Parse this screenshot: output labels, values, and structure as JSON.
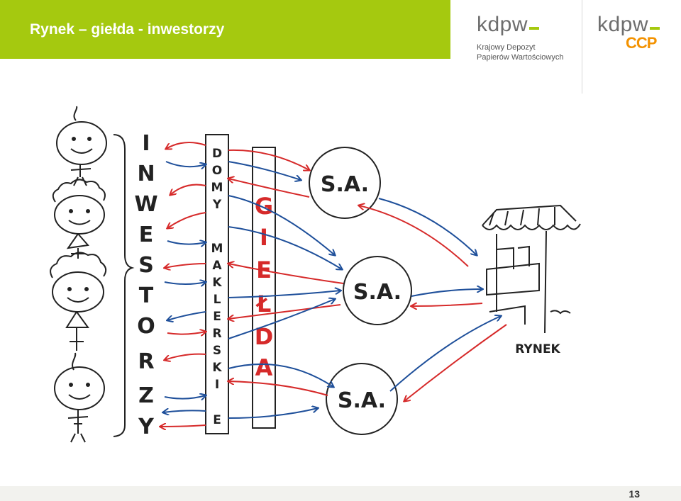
{
  "header": {
    "title": "Rynek – giełda - inwestorzy"
  },
  "logos": {
    "kdpw": {
      "word": "kdpw",
      "sub1": "Krajowy Depozyt",
      "sub2": "Papierów Wartościowych"
    },
    "kdpw_ccp": {
      "word": "kdpw",
      "suffix": "CCP"
    }
  },
  "diagram": {
    "investors_label": [
      "I",
      "N",
      "W",
      "E",
      "S",
      "T",
      "O",
      "R",
      "Z",
      "Y"
    ],
    "brokers_label": [
      "D",
      "O",
      "M",
      "Y",
      "M",
      "A",
      "K",
      "L",
      "E",
      "R",
      "S",
      "K",
      "I",
      "E"
    ],
    "exchange_label": [
      "G",
      "I",
      "E",
      "Ł",
      "D",
      "A"
    ],
    "companies": [
      "S.A.",
      "S.A.",
      "S.A."
    ],
    "market_label": "RYNEK"
  },
  "footer": {
    "page_number": "13"
  },
  "colors": {
    "accent": "#a5c90f",
    "arrow_red": "#d62a2a",
    "arrow_blue": "#1e4f9a",
    "ccp_orange": "#f39200"
  }
}
